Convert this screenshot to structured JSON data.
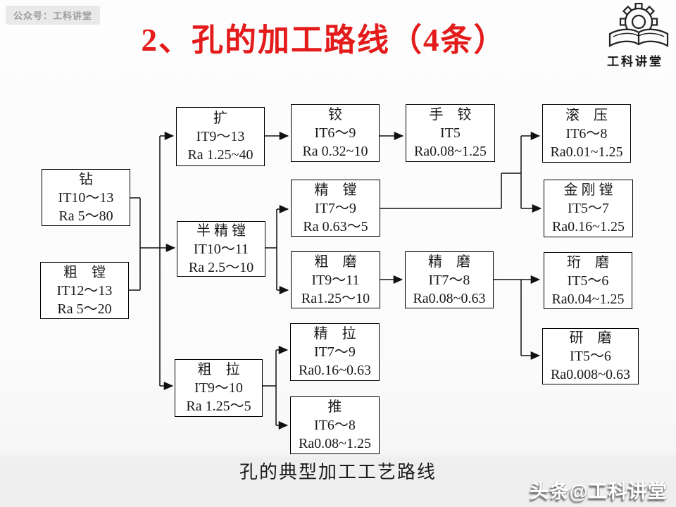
{
  "header": {
    "badge": "公众号：工科讲堂",
    "title": "2、孔的加工路线（4条）",
    "logo_text": "工科讲堂",
    "logo_icon": "gear-book-icon"
  },
  "flowchart": {
    "boxes": [
      {
        "name": "钻",
        "it": "IT10～13",
        "ra": "Ra 5～80"
      },
      {
        "name": "粗　镗",
        "it": "IT12～13",
        "ra": "Ra 5～20"
      },
      {
        "name": "扩",
        "it": "IT9～13",
        "ra": "Ra 1.25~40"
      },
      {
        "name": "半 精 镗",
        "it": "IT10～11",
        "ra": "Ra 2.5～10"
      },
      {
        "name": "铰",
        "it": "IT6～9",
        "ra": "Ra 0.32~10"
      },
      {
        "name": "手　铰",
        "it": "IT5",
        "ra": "Ra0.08~1.25"
      },
      {
        "name": "滚　压",
        "it": "IT6～8",
        "ra": "Ra0.01~1.25"
      },
      {
        "name": "金 刚 镗",
        "it": "IT5～7",
        "ra": "Ra0.16~1.25"
      },
      {
        "name": "精　镗",
        "it": "IT7～9",
        "ra": "Ra 0.63～5"
      },
      {
        "name": "粗　磨",
        "it": "IT9～11",
        "ra": "Ra1.25～10"
      },
      {
        "name": "精　磨",
        "it": "IT7～8",
        "ra": "Ra0.08~0.63"
      },
      {
        "name": "珩　磨",
        "it": "IT5～6",
        "ra": "Ra0.04~1.25"
      },
      {
        "name": "研　磨",
        "it": "IT5～6",
        "ra": "Ra0.008~0.63"
      },
      {
        "name": "粗　拉",
        "it": "IT9～10",
        "ra": "Ra 1.25～5"
      },
      {
        "name": "精　拉",
        "it": "IT7～9",
        "ra": "Ra0.16~0.63"
      },
      {
        "name": "推",
        "it": "IT6～8",
        "ra": "Ra0.08~1.25"
      }
    ],
    "caption": "孔的典型加工工艺路线"
  },
  "footer": {
    "watermark": "头条@工科讲堂"
  },
  "colors": {
    "title_red": "#e31b1b",
    "line_black": "#111111",
    "badge_gray": "#e9e9e9"
  }
}
